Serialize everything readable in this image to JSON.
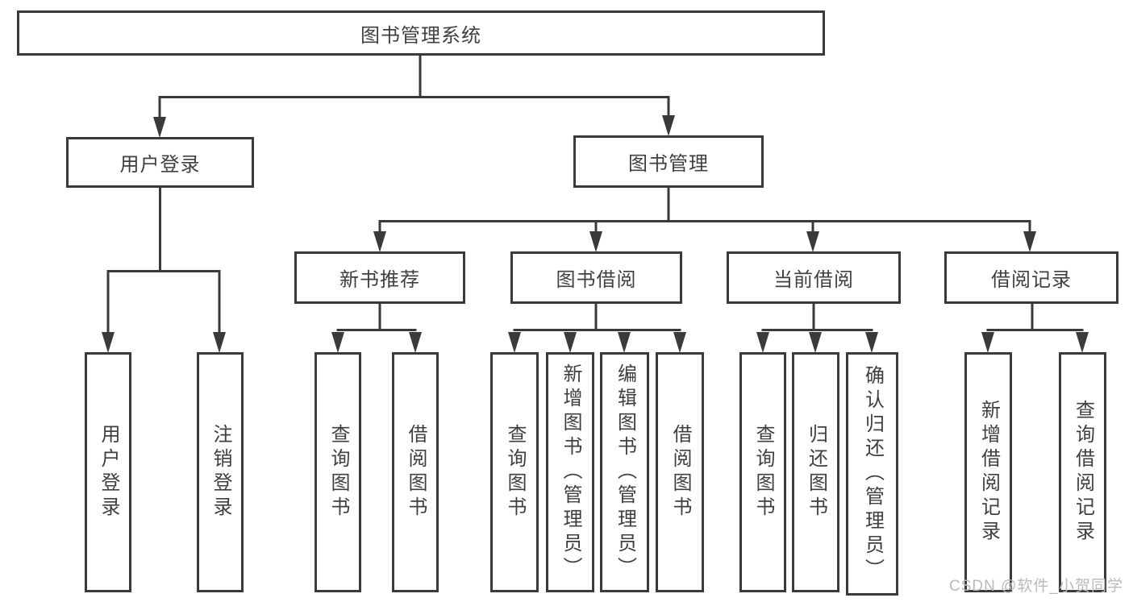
{
  "colors": {
    "line": "#3a3a3a",
    "text": "#3f3f3f",
    "watermark_text": "#b9b9b9",
    "background": "#ffffff"
  },
  "watermark": {
    "text": "CSDN @软件_小贺同学"
  },
  "tree": {
    "label": "图书管理系统",
    "children": [
      {
        "label": "用户登录",
        "children": [
          {
            "label": "用户登录"
          },
          {
            "label": "注销登录"
          }
        ]
      },
      {
        "label": "图书管理",
        "children": [
          {
            "label": "新书推荐",
            "children": [
              {
                "label": "查询图书"
              },
              {
                "label": "借阅图书"
              }
            ]
          },
          {
            "label": "图书借阅",
            "children": [
              {
                "label": "查询图书"
              },
              {
                "label": "新增图书（管理员）"
              },
              {
                "label": "编辑图书（管理员）"
              },
              {
                "label": "借阅图书"
              }
            ]
          },
          {
            "label": "当前借阅",
            "children": [
              {
                "label": "查询图书"
              },
              {
                "label": "归还图书"
              },
              {
                "label": "确认归还（管理员）"
              }
            ]
          },
          {
            "label": "借阅记录",
            "children": [
              {
                "label": "新增借阅记录"
              },
              {
                "label": "查询借阅记录"
              }
            ]
          }
        ]
      }
    ]
  }
}
